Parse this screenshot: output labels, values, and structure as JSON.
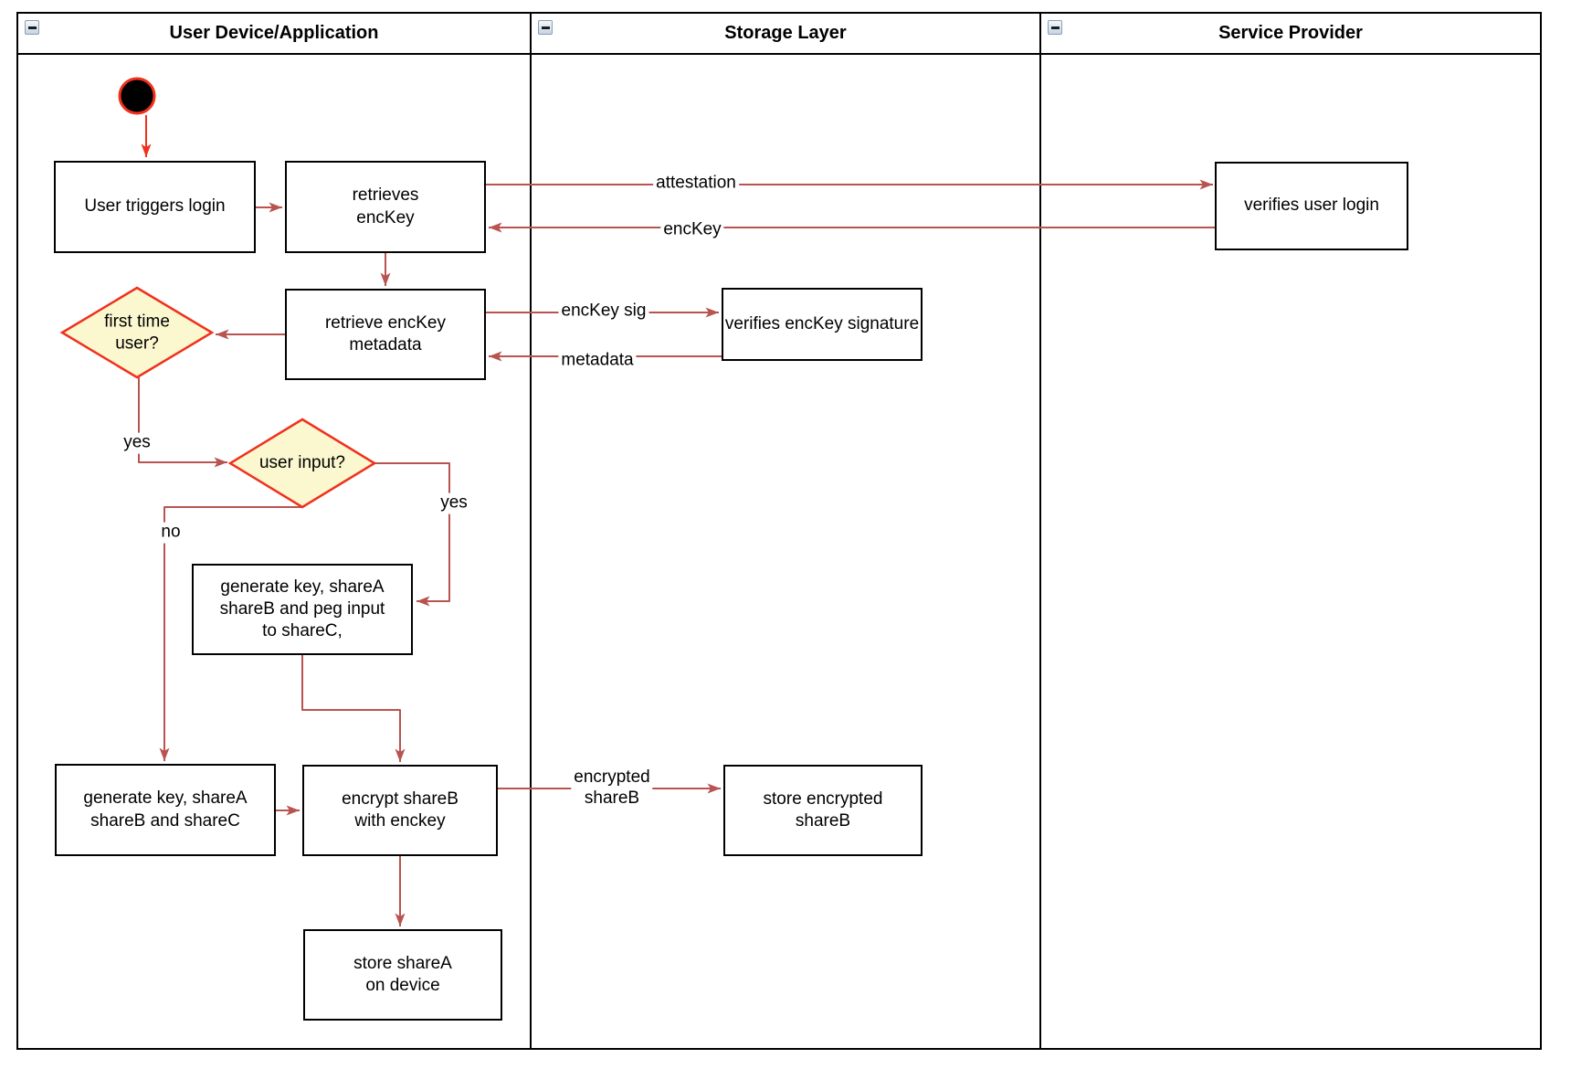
{
  "colors": {
    "edge": "#B85450",
    "accent_red": "#F0311D",
    "decision_fill": "#FBF8CF",
    "node_border": "#000000"
  },
  "lanes": [
    {
      "title": "User Device/Application",
      "collapse_icon": "minus"
    },
    {
      "title": "Storage Layer",
      "collapse_icon": "minus"
    },
    {
      "title": "Service Provider",
      "collapse_icon": "minus"
    }
  ],
  "nodes": {
    "user_triggers_login": "User triggers login",
    "retrieves_enckey": "retrieves\nencKey",
    "verifies_user_login": "verifies user login",
    "retrieve_enckey_metadata": "retrieve encKey\nmetadata",
    "verifies_enckey_signature": "verifies encKey signature",
    "first_time_user": "first time\nuser?",
    "user_input": "user input?",
    "generate_key_peg": "generate key, shareA\nshareB and peg input\nto shareC,",
    "generate_key_abc": "generate key, shareA\nshareB and shareC",
    "encrypt_shareb": "encrypt shareB\nwith enckey",
    "store_encrypted_shareb": "store encrypted\nshareB",
    "store_sharea": "store shareA\non device"
  },
  "edge_labels": {
    "attestation": "attestation",
    "enckey": "encKey",
    "enckey_sig": "encKey sig",
    "metadata": "metadata",
    "first_time_yes": "yes",
    "user_input_yes": "yes",
    "user_input_no": "no",
    "encrypted_shareb": "encrypted\nshareB"
  }
}
